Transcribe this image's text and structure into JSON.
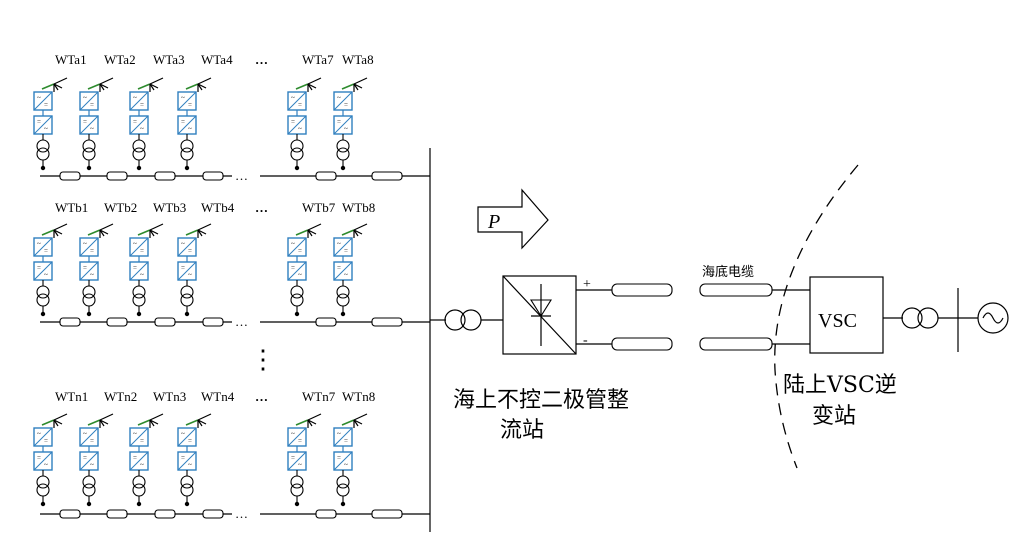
{
  "wind_farm": {
    "row_a": {
      "labels": [
        "WTa1",
        "WTa2",
        "WTa3",
        "WTa4",
        "WTa7",
        "WTa8"
      ],
      "ellipsis": "…"
    },
    "row_b": {
      "labels": [
        "WTb1",
        "WTb2",
        "WTb3",
        "WTb4",
        "WTb7",
        "WTb8"
      ],
      "ellipsis": "…"
    },
    "row_n": {
      "labels": [
        "WTn1",
        "WTn2",
        "WTn3",
        "WTn4",
        "WTn7",
        "WTn8"
      ],
      "ellipsis": "…"
    },
    "feeder_ellipsis": "…",
    "vertical_dots": "⋮"
  },
  "power_arrow": {
    "label": "P"
  },
  "rectifier": {
    "plus": "+",
    "minus": "-",
    "title_line1": "海上不控二极管整",
    "title_line2": "流站"
  },
  "cable": {
    "label": "海底电缆"
  },
  "inverter": {
    "box_label": "VSC",
    "title_line1": "陆上VSC逆",
    "title_line2": "变站"
  },
  "colors": {
    "converter": "#2f7fbf",
    "blade": "#2e8b2e",
    "line": "#000000"
  }
}
